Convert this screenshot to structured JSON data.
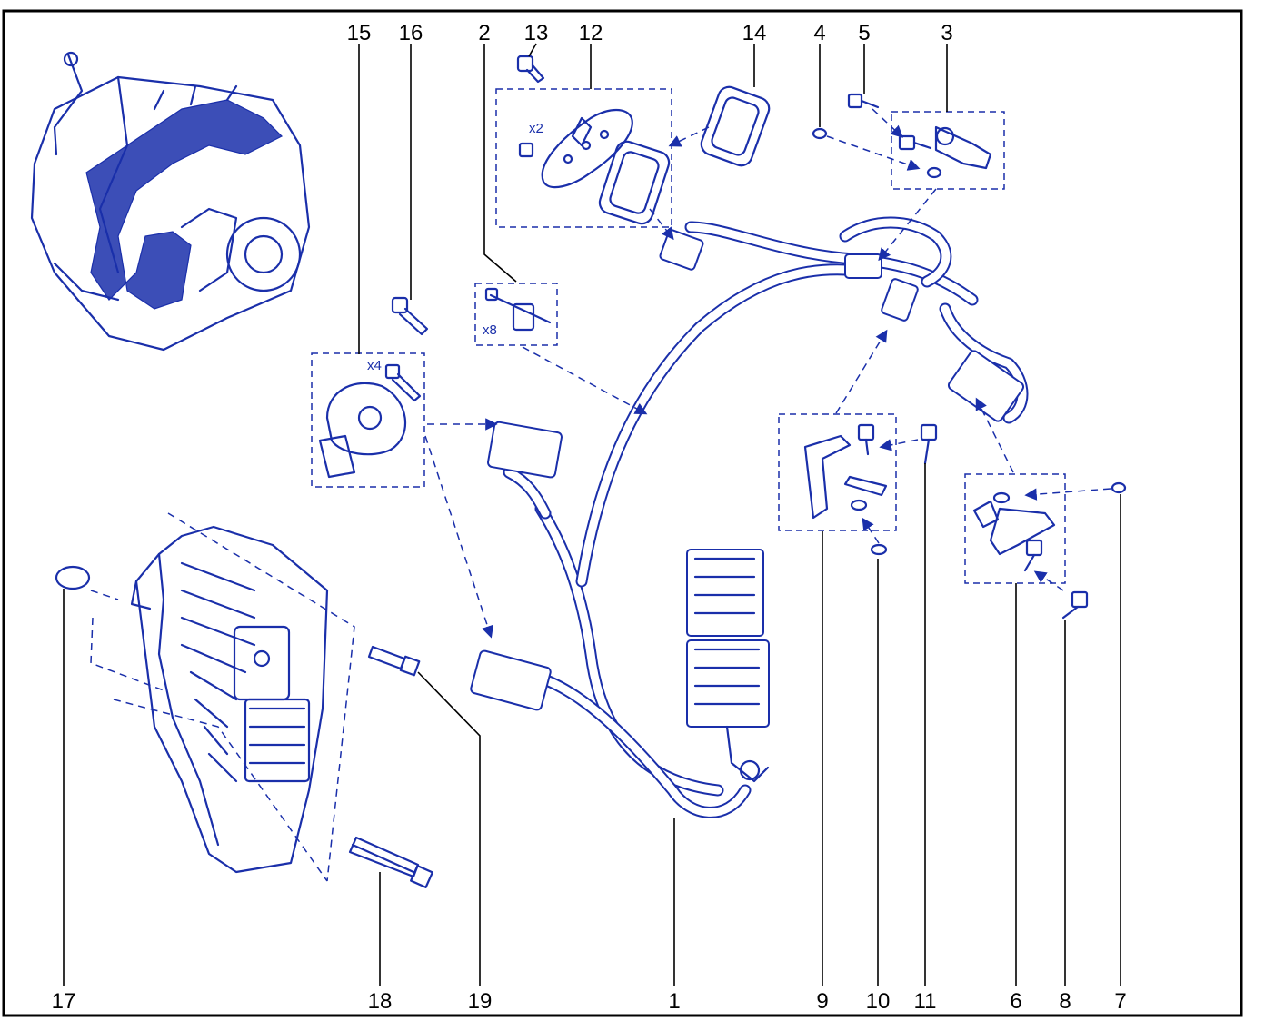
{
  "callouts": [
    "15",
    "16",
    "2",
    "13",
    "12",
    "14",
    "4",
    "5",
    "3",
    "17",
    "18",
    "19",
    "1",
    "9",
    "10",
    "11",
    "6",
    "8",
    "7"
  ],
  "quantities": {
    "part12_bolts": "x2",
    "part2_clips": "x8",
    "part15_bolts": "x4"
  },
  "colors": {
    "line_art": "#1a2faa",
    "frame": "#000000",
    "background": "#ffffff"
  }
}
